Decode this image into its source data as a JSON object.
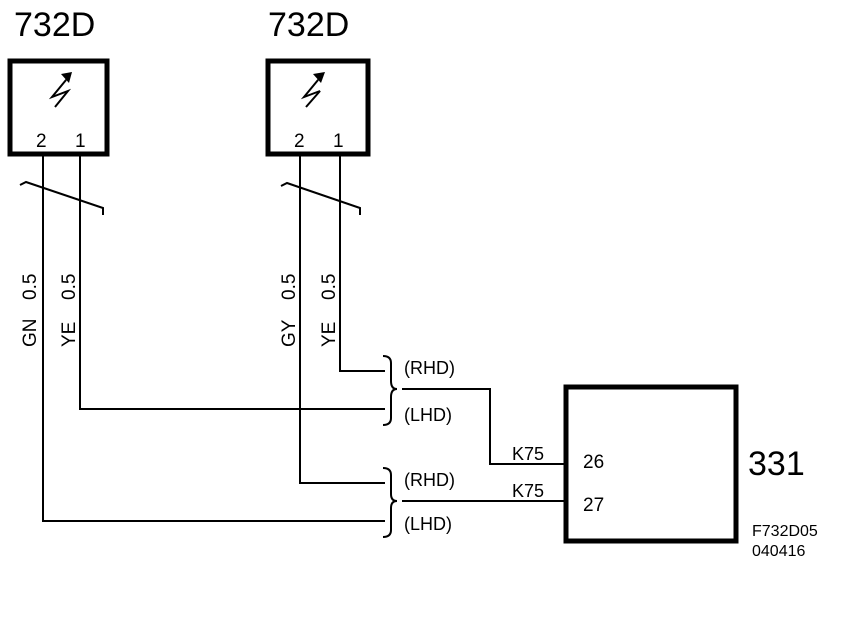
{
  "components": {
    "left_sensor": {
      "id": "732D",
      "pin_left": "2",
      "pin_right": "1"
    },
    "right_sensor": {
      "id": "732D",
      "pin_left": "2",
      "pin_right": "1"
    },
    "control_unit": {
      "id": "331",
      "pin_a": "26",
      "pin_b": "27"
    }
  },
  "wires": {
    "gn": {
      "color": "GN",
      "size": "0.5"
    },
    "ye_left": {
      "color": "YE",
      "size": "0.5"
    },
    "gy": {
      "color": "GY",
      "size": "0.5"
    },
    "ye_right": {
      "color": "YE",
      "size": "0.5"
    }
  },
  "variants": {
    "rhd": "(RHD)",
    "lhd": "(LHD)"
  },
  "connector": "K75",
  "figure_code": {
    "line1": "F732D05",
    "line2": "040416"
  }
}
